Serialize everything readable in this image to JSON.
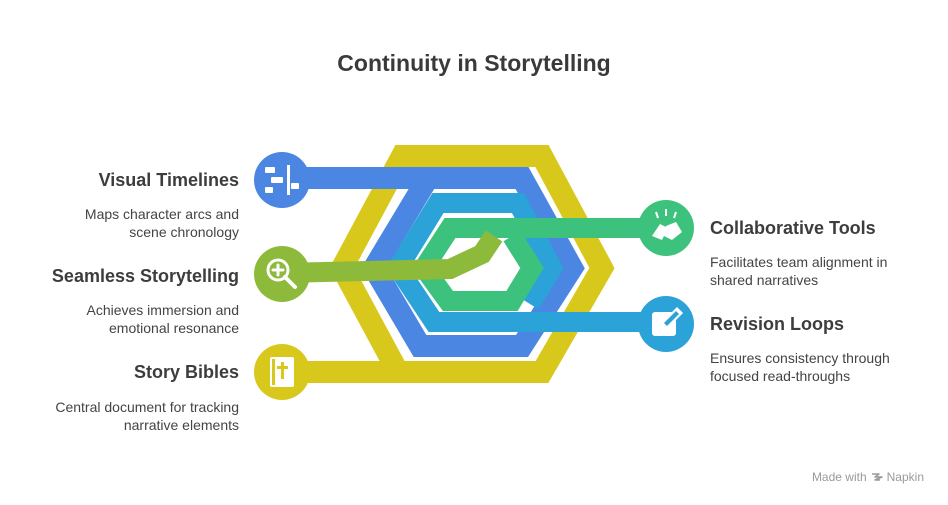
{
  "title": "Continuity in Storytelling",
  "colors": {
    "yellow": "#D9C81C",
    "blue": "#4A86E2",
    "cyan": "#2BA3D9",
    "green": "#3DC27E",
    "lime": "#8DBA3A"
  },
  "items": [
    {
      "id": "visual-timelines",
      "title": "Visual Timelines",
      "desc_line1": "Maps character arcs and",
      "desc_line2": "scene chronology",
      "icon": "timeline-icon",
      "color": "#4A86E2"
    },
    {
      "id": "seamless-storytelling",
      "title": "Seamless Storytelling",
      "desc_line1": "Achieves immersion and",
      "desc_line2": "emotional resonance",
      "icon": "magnify-plus-icon",
      "color": "#8DBA3A"
    },
    {
      "id": "story-bibles",
      "title": "Story Bibles",
      "desc_line1": "Central document for tracking",
      "desc_line2": "narrative elements",
      "icon": "book-cross-icon",
      "color": "#D9C81C"
    },
    {
      "id": "collaborative-tools",
      "title": "Collaborative Tools",
      "desc_line1": "Facilitates team alignment in",
      "desc_line2": "shared narratives",
      "icon": "handshake-icon",
      "color": "#3DC27E"
    },
    {
      "id": "revision-loops",
      "title": "Revision Loops",
      "desc_line1": "Ensures consistency through",
      "desc_line2": "focused read-throughs",
      "icon": "edit-icon",
      "color": "#2BA3D9"
    }
  ],
  "footer": {
    "made_with": "Made with",
    "brand": "Napkin"
  }
}
